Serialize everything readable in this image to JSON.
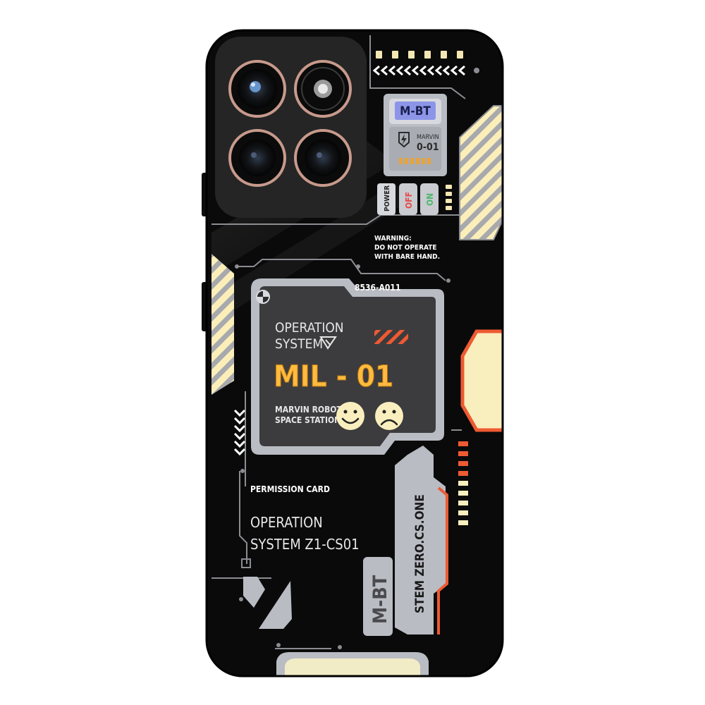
{
  "product": {
    "top_badge": "M-BT",
    "chip_label": "MARVIN",
    "chip_code": "0-01",
    "power_label": "POWER",
    "off_label": "OFF",
    "on_label": "ON",
    "warning_line1": "WARNING:",
    "warning_line2": "DO NOT OPERATE",
    "warning_line3": "WITH BARE HAND.",
    "serial": "8536-A011",
    "os_line1": "OPERATION",
    "os_line2": "SYSTEM",
    "model": "MIL - 01",
    "station_line1": "MARVIN ROBOT",
    "station_line2": "SPACE STATION",
    "permission": "PERMISSION CARD",
    "system_line1": "OPERATION",
    "system_line2": "SYSTEM Z1-CS01",
    "vertical_text": "STEM ZERO.CS.ONE",
    "bottom_badge": "M-BT"
  },
  "colors": {
    "case": "#0a0a0a",
    "camera_module": "#252525",
    "panel_gray": "#b9bcc3",
    "panel_dark": "#3c3c3e",
    "cream": "#f9eebd",
    "orange": "#ee5a32",
    "gold": "#ffb43a",
    "badge_blue": "#8c95e8",
    "off_red": "#e84a4a",
    "on_green": "#49b86a"
  }
}
